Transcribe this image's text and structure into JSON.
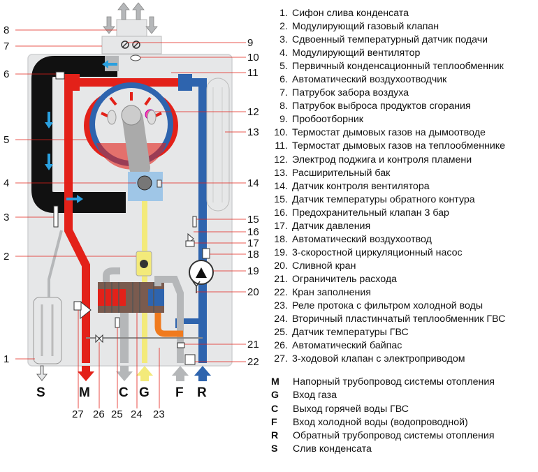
{
  "legend": [
    {
      "num": "1.",
      "text": "Сифон слива конденсата"
    },
    {
      "num": "2.",
      "text": "Модулирующий газовый клапан"
    },
    {
      "num": "3.",
      "text": "Сдвоенный температурный датчик подачи"
    },
    {
      "num": "4.",
      "text": "Модулирующий вентилятор"
    },
    {
      "num": "5.",
      "text": "Первичный конденсационный теплообменник"
    },
    {
      "num": "6.",
      "text": "Автоматический воздухоотводчик"
    },
    {
      "num": "7.",
      "text": "Патрубок забора воздуха"
    },
    {
      "num": "8.",
      "text": "Патрубок выброса продуктов сгорания"
    },
    {
      "num": "9.",
      "text": "Пробоотборник"
    },
    {
      "num": "10.",
      "text": "Термостат дымовых газов на дымоотводе"
    },
    {
      "num": "11.",
      "text": "Термостат дымовых газов на теплообменнике"
    },
    {
      "num": "12.",
      "text": "Электрод поджига и контроля пламени"
    },
    {
      "num": "13.",
      "text": "Расширительный бак"
    },
    {
      "num": "14.",
      "text": "Датчик контроля вентилятора"
    },
    {
      "num": "15.",
      "text": "Датчик температуры обратного контура"
    },
    {
      "num": "16.",
      "text": "Предохранительный клапан 3 бар"
    },
    {
      "num": "17.",
      "text": "Датчик давления"
    },
    {
      "num": "18.",
      "text": "Автоматический воздухоотвод"
    },
    {
      "num": "19.",
      "text": "3-скоростной циркуляционный насос"
    },
    {
      "num": "20.",
      "text": "Сливной кран"
    },
    {
      "num": "21.",
      "text": "Ограничитель расхода"
    },
    {
      "num": "22.",
      "text": "Кран заполнения"
    },
    {
      "num": "23.",
      "text": "Реле протока с фильтром холодной воды"
    },
    {
      "num": "24.",
      "text": "Вторичный пластинчатый теплообменник ГВС"
    },
    {
      "num": "25.",
      "text": "Датчик температуры ГВС"
    },
    {
      "num": "26.",
      "text": "Автоматический байпас"
    },
    {
      "num": "27.",
      "text": "3-ходовой клапан с электроприводом"
    }
  ],
  "connections_legend": [
    {
      "key": "M",
      "text": "Напорный трубопровод системы отопления"
    },
    {
      "key": "G",
      "text": "Вход газа"
    },
    {
      "key": "C",
      "text": "Выход горячей воды ГВС"
    },
    {
      "key": "F",
      "text": "Вход холодной воды (водопроводной)"
    },
    {
      "key": "R",
      "text": "Обратный трубопровод системы отопления"
    },
    {
      "key": "S",
      "text": "Слив конденсата"
    }
  ],
  "left_callouts": [
    "8",
    "7",
    "6",
    "5",
    "4",
    "3",
    "2",
    "1"
  ],
  "right_callouts": [
    "9",
    "10",
    "11",
    "12",
    "13",
    "14",
    "15",
    "16",
    "17",
    "18",
    "19",
    "20",
    "21",
    "22"
  ],
  "bottom_callouts": [
    "27",
    "26",
    "25",
    "24",
    "23"
  ],
  "connection_labels": [
    "S",
    "M",
    "C",
    "G",
    "F",
    "R"
  ],
  "colors": {
    "supply": "#e32119",
    "return": "#2e64ae",
    "flue": "#111111",
    "gas": "#f3ea7a",
    "dhw": "#f07a1e",
    "grey": "#b5b7b9",
    "casing": "#e6e7e8"
  }
}
